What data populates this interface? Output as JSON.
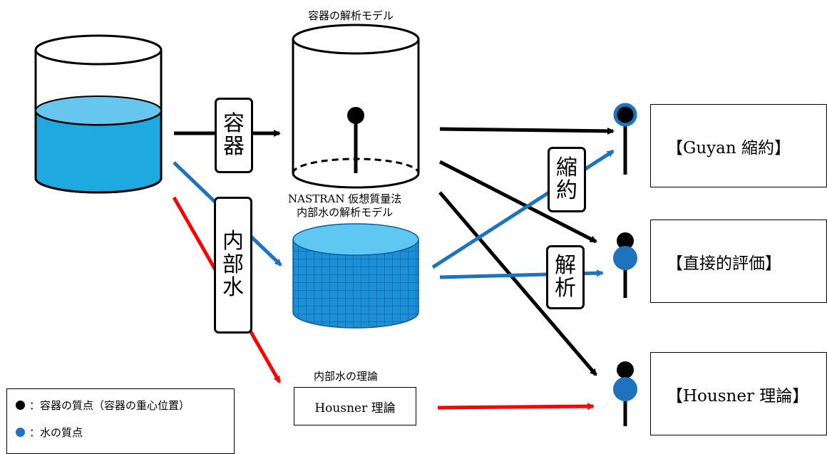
{
  "captions": {
    "container_model": "容器の解析モデル",
    "nastran_line1": "NASTRAN 仮想質量法",
    "nastran_line2": "内部水の解析モデル",
    "water_theory": "内部水の理論"
  },
  "process_boxes": {
    "container": [
      "容",
      "器"
    ],
    "internal_water": [
      "内",
      "部",
      "水"
    ],
    "reduction": [
      "縮",
      "約"
    ],
    "analysis": [
      "解",
      "析"
    ]
  },
  "housner_box": "Housner 理論",
  "results": {
    "guyan": "【Guyan 縮約】",
    "direct": "【直接的評価】",
    "housner": "【Housner 理論】"
  },
  "legend": {
    "container_mass": "：容器の質点（容器の重心位置）",
    "water_mass": "：水の質点"
  },
  "colors": {
    "black": "#000000",
    "blue": "#1e73be",
    "red": "#ff0000",
    "water": "#1fa9e1",
    "water_top": "#66c6ee"
  }
}
